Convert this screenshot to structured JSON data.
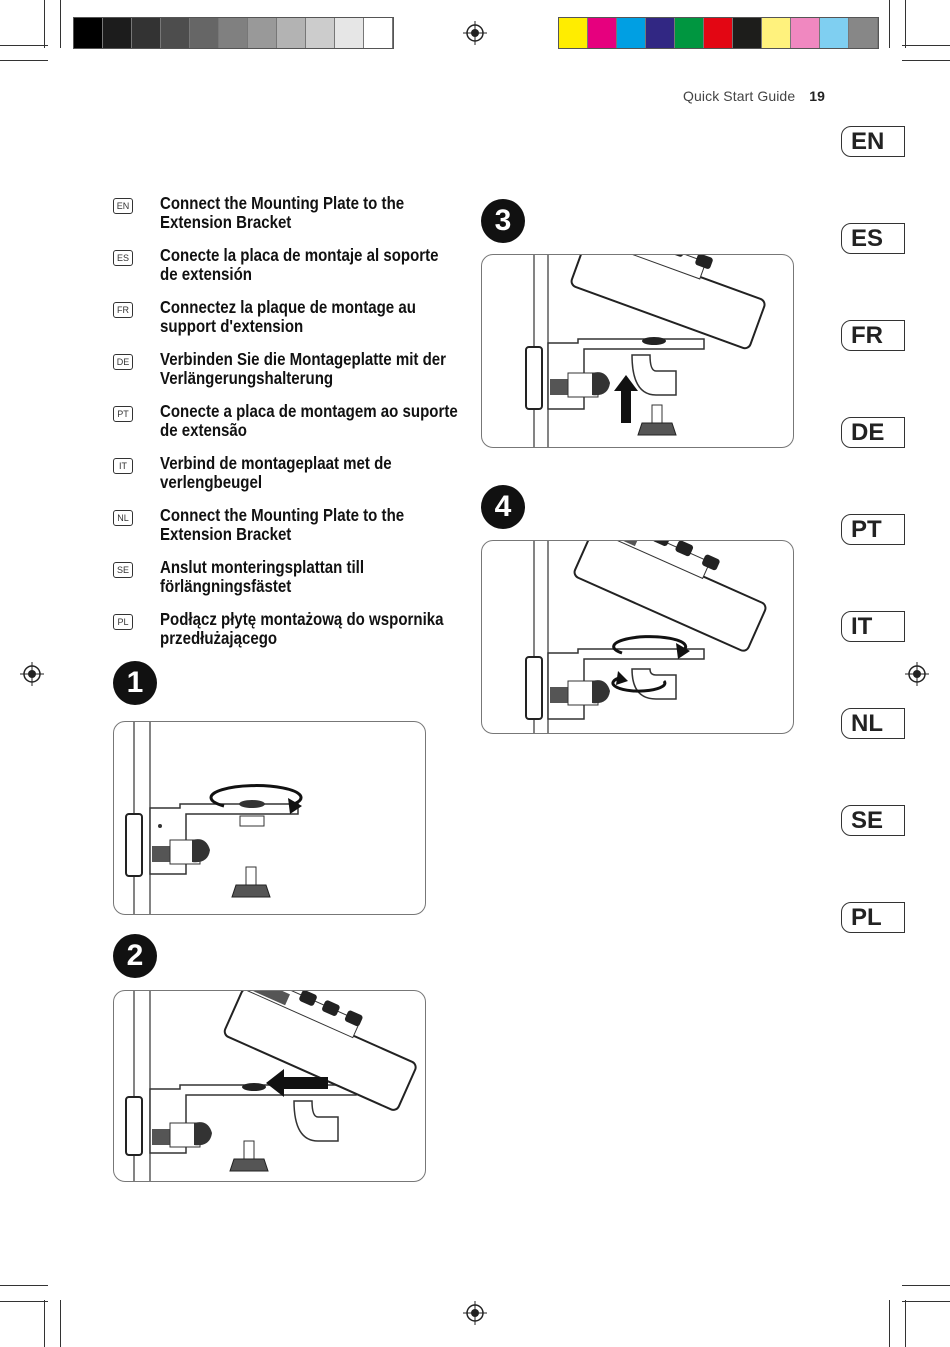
{
  "header": {
    "title": "Quick Start Guide",
    "page_number": "19"
  },
  "color_bar": {
    "grays": [
      "#000000",
      "#1c1c1c",
      "#333333",
      "#4d4d4d",
      "#666666",
      "#808080",
      "#999999",
      "#b3b3b3",
      "#cccccc",
      "#e6e6e6",
      "#ffffff"
    ],
    "colors": [
      "#ffed00",
      "#e6007e",
      "#009fe3",
      "#312783",
      "#009640",
      "#e30613",
      "#1d1d1b",
      "#fff27d",
      "#f088c0",
      "#7fcff1",
      "#878787"
    ]
  },
  "language_tabs": [
    "EN",
    "ES",
    "FR",
    "DE",
    "PT",
    "IT",
    "NL",
    "SE",
    "PL"
  ],
  "instructions": [
    {
      "code": "EN",
      "text": "Connect the Mounting Plate to the\nExtension Bracket"
    },
    {
      "code": "ES",
      "text": "Conecte la placa de montaje al soporte\nde extensión"
    },
    {
      "code": "FR",
      "text": "Connectez la plaque de montage au\nsupport d'extension"
    },
    {
      "code": "DE",
      "text": "Verbinden Sie die Montageplatte mit der\nVerlängerungshalterung"
    },
    {
      "code": "PT",
      "text": "Conecte a placa de montagem ao suporte\nde extensão"
    },
    {
      "code": "IT",
      "text": "Verbind de montageplaat met de\nverlengbeugel"
    },
    {
      "code": "NL",
      "text": "Connect the Mounting Plate to the\nExtension Bracket"
    },
    {
      "code": "SE",
      "text": "Anslut monteringsplattan till\nförlängningsfästet"
    },
    {
      "code": "PL",
      "text": "Podłącz płytę montażową do wspornika\nprzedłużającego"
    }
  ],
  "steps": [
    {
      "number": "1",
      "illustration": "tighten-knob-on-bracket"
    },
    {
      "number": "2",
      "illustration": "slide-module-onto-bracket"
    },
    {
      "number": "3",
      "illustration": "insert-knob-from-below"
    },
    {
      "number": "4",
      "illustration": "tighten-knob-under-module"
    }
  ]
}
